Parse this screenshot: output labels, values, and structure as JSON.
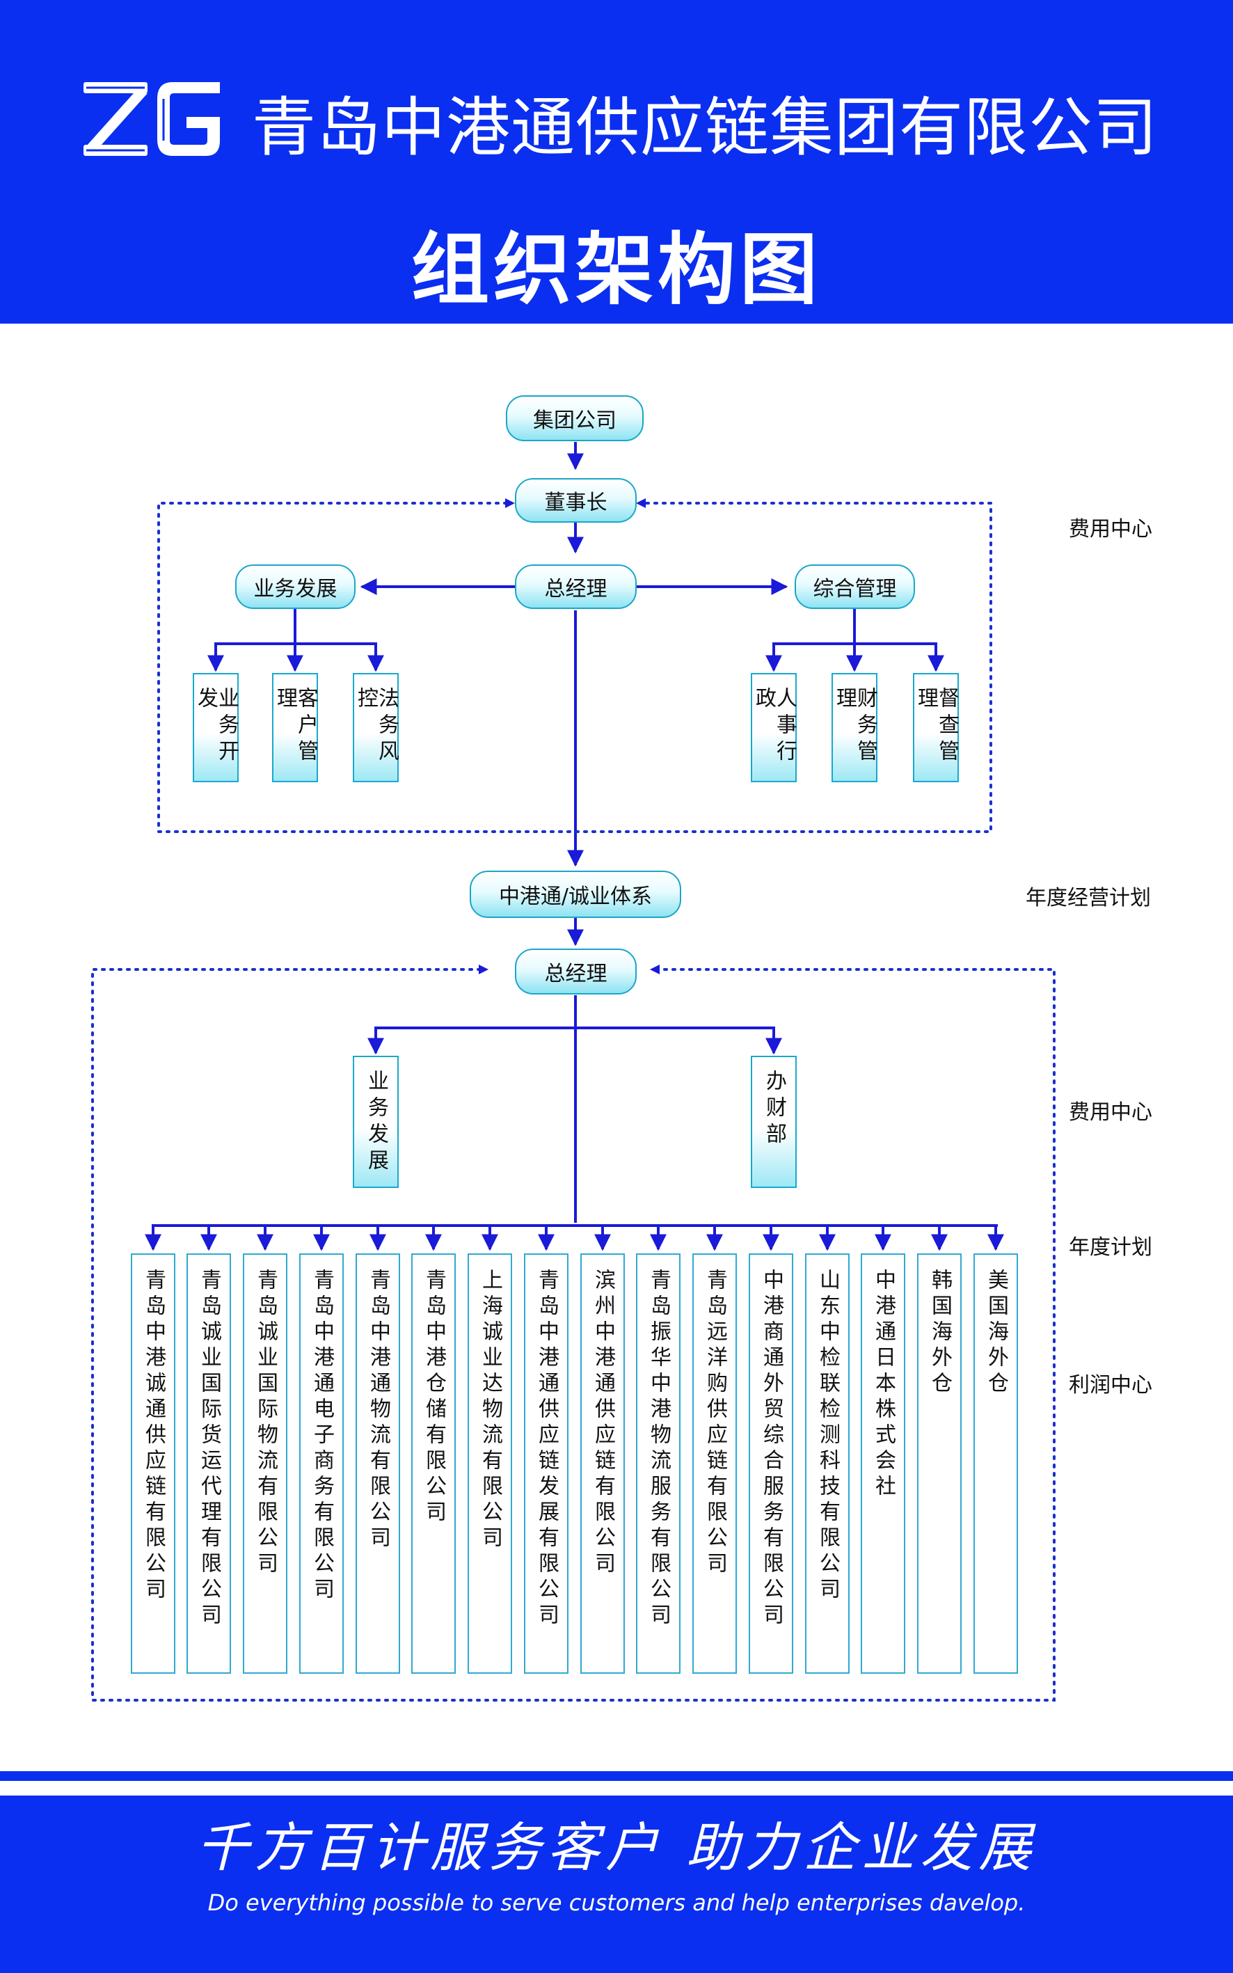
{
  "header": {
    "logo_text": "ZG",
    "company_name": "青岛中港通供应链集团有限公司",
    "title": "组织架构图"
  },
  "org": {
    "group": "集团公司",
    "chairman": "董事长",
    "gm_top": "总经理",
    "business_dev": "业务发展",
    "general_mgmt": "综合管理",
    "left_depts": [
      "业务开发",
      "客户管理",
      "法务风控"
    ],
    "right_depts": [
      "人事行政",
      "财务管理",
      "督查管理"
    ],
    "system": "中港通/诚业体系",
    "gm_bottom": "总经理",
    "mid_depts": [
      "业务发展",
      "办财部"
    ],
    "companies": [
      "青岛中港诚通供应链有限公司",
      "青岛诚业国际货运代理有限公司",
      "青岛诚业国际物流有限公司",
      "青岛中港通电子商务有限公司",
      "青岛中港通物流有限公司",
      "青岛中港仓储有限公司",
      "上海诚业达物流有限公司",
      "青岛中港通供应链发展有限公司",
      "滨州中港通供应链有限公司",
      "青岛振华中港物流服务有限公司",
      "青岛远洋购供应链有限公司",
      "中港商通外贸综合服务有限公司",
      "山东中检联检测科技有限公司",
      "中港通日本株式会社",
      "韩国海外仓",
      "美国海外仓"
    ]
  },
  "side_labels": {
    "cost_center_1": "费用中心",
    "annual_plan_1": "年度经营计划",
    "cost_center_2": "费用中心",
    "annual_plan_2": "年度计划",
    "profit_center": "利润中心"
  },
  "footer": {
    "slogan": "千方百计服务客户 助力企业发展",
    "slogan_en": "Do everything possible to serve customers and help enterprises davelop."
  },
  "colors": {
    "brand_blue": "#0a2ff0",
    "box_border": "#1aa6c8",
    "dotted_line": "#1a2fd0"
  }
}
